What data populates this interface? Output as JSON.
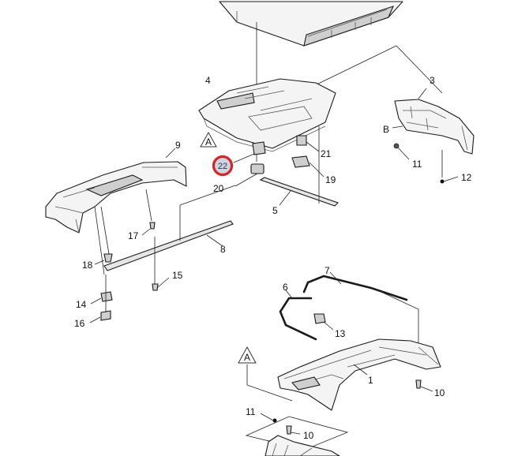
{
  "callouts": {
    "c1": "1",
    "c3": "3",
    "c4": "4",
    "c5": "5",
    "c6": "6",
    "c7": "7",
    "c8": "8",
    "c9": "9",
    "c10a": "10",
    "c10b": "10",
    "c11a": "11",
    "c11b": "11",
    "c12": "12",
    "c13": "13",
    "c14": "14",
    "c15": "15",
    "c16": "16",
    "c17": "17",
    "c18": "18",
    "c19": "19",
    "c20": "20",
    "c21": "21",
    "c22": "22",
    "cB": "B"
  },
  "markers": {
    "tri_top": "A",
    "tri_bottom": "A"
  },
  "highlight": {
    "part": "22",
    "color": "#e02020"
  }
}
